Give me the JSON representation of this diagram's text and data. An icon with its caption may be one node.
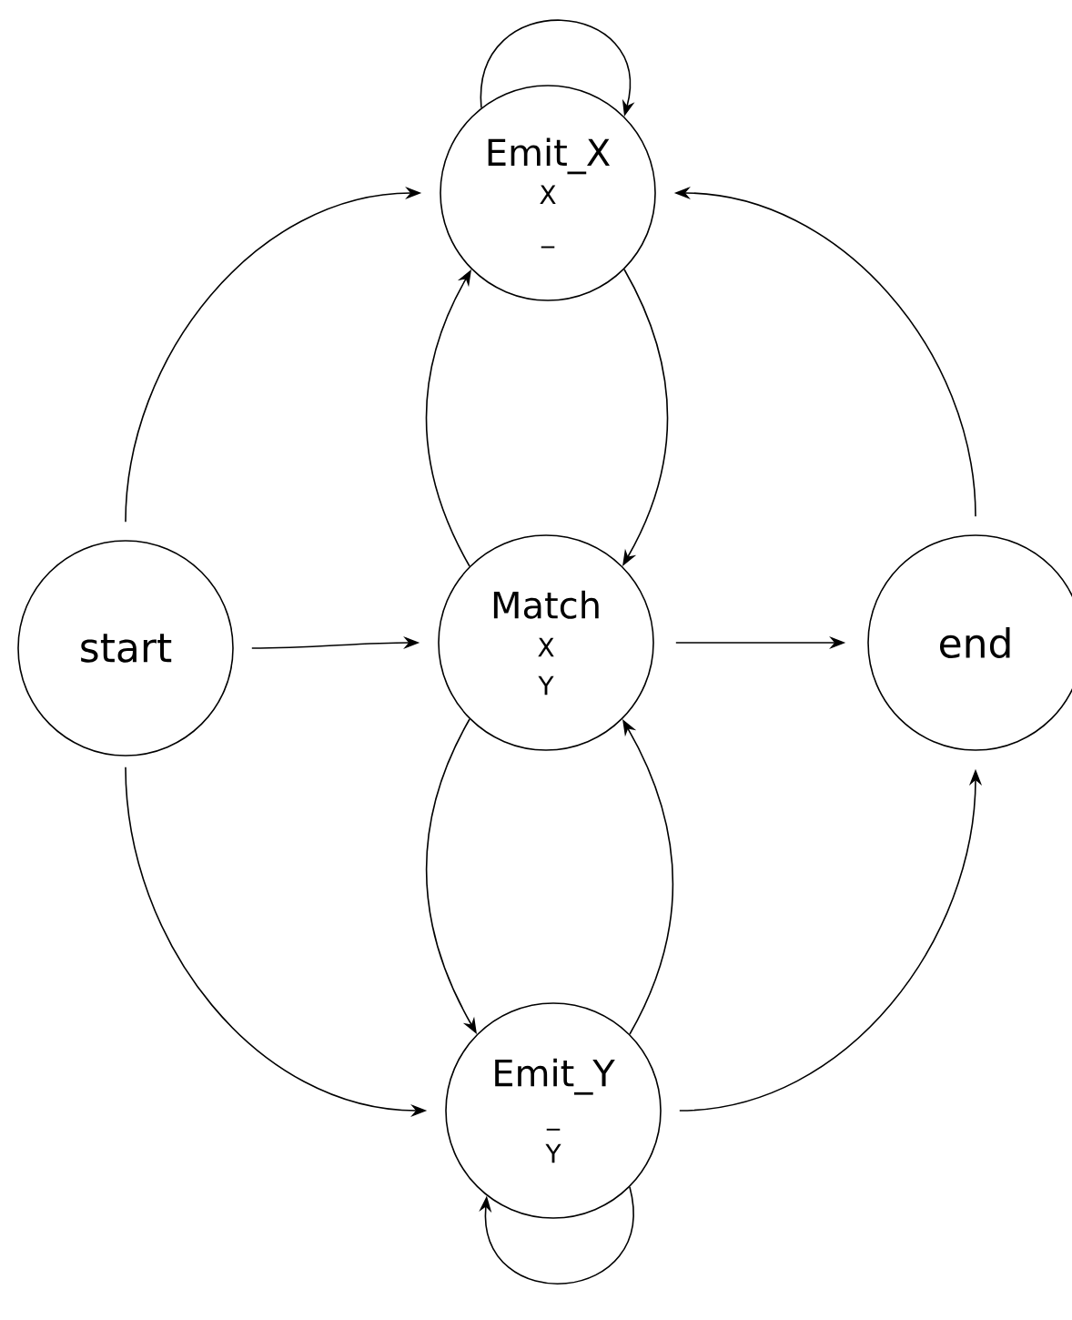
{
  "diagram": {
    "nodes": [
      {
        "text": [
          "Emit_X",
          "X",
          "_"
        ]
      },
      {
        "text": [
          "start"
        ]
      },
      {
        "text": [
          "Match",
          "X",
          "Y"
        ]
      },
      {
        "text": [
          "end"
        ]
      },
      {
        "text": [
          "Emit_Y",
          "_",
          "Y"
        ]
      }
    ],
    "edges": [
      {
        "from": 0,
        "to": 0,
        "arrow": "to"
      },
      {
        "from": 1,
        "to": 0,
        "arrow": "to"
      },
      {
        "from": 3,
        "to": 0,
        "arrow": "to"
      },
      {
        "from": 0,
        "to": 2,
        "arrow": "to"
      },
      {
        "from": 2,
        "to": 0,
        "arrow": "to"
      },
      {
        "from": 1,
        "to": 2,
        "arrow": "to"
      },
      {
        "from": 2,
        "to": 3,
        "arrow": "to"
      },
      {
        "from": 2,
        "to": 4,
        "arrow": "to"
      },
      {
        "from": 4,
        "to": 2,
        "arrow": "to"
      },
      {
        "from": 1,
        "to": 4,
        "arrow": "to"
      },
      {
        "from": 4,
        "to": 3,
        "arrow": "to"
      },
      {
        "from": 4,
        "to": 4,
        "arrow": "to"
      }
    ]
  }
}
